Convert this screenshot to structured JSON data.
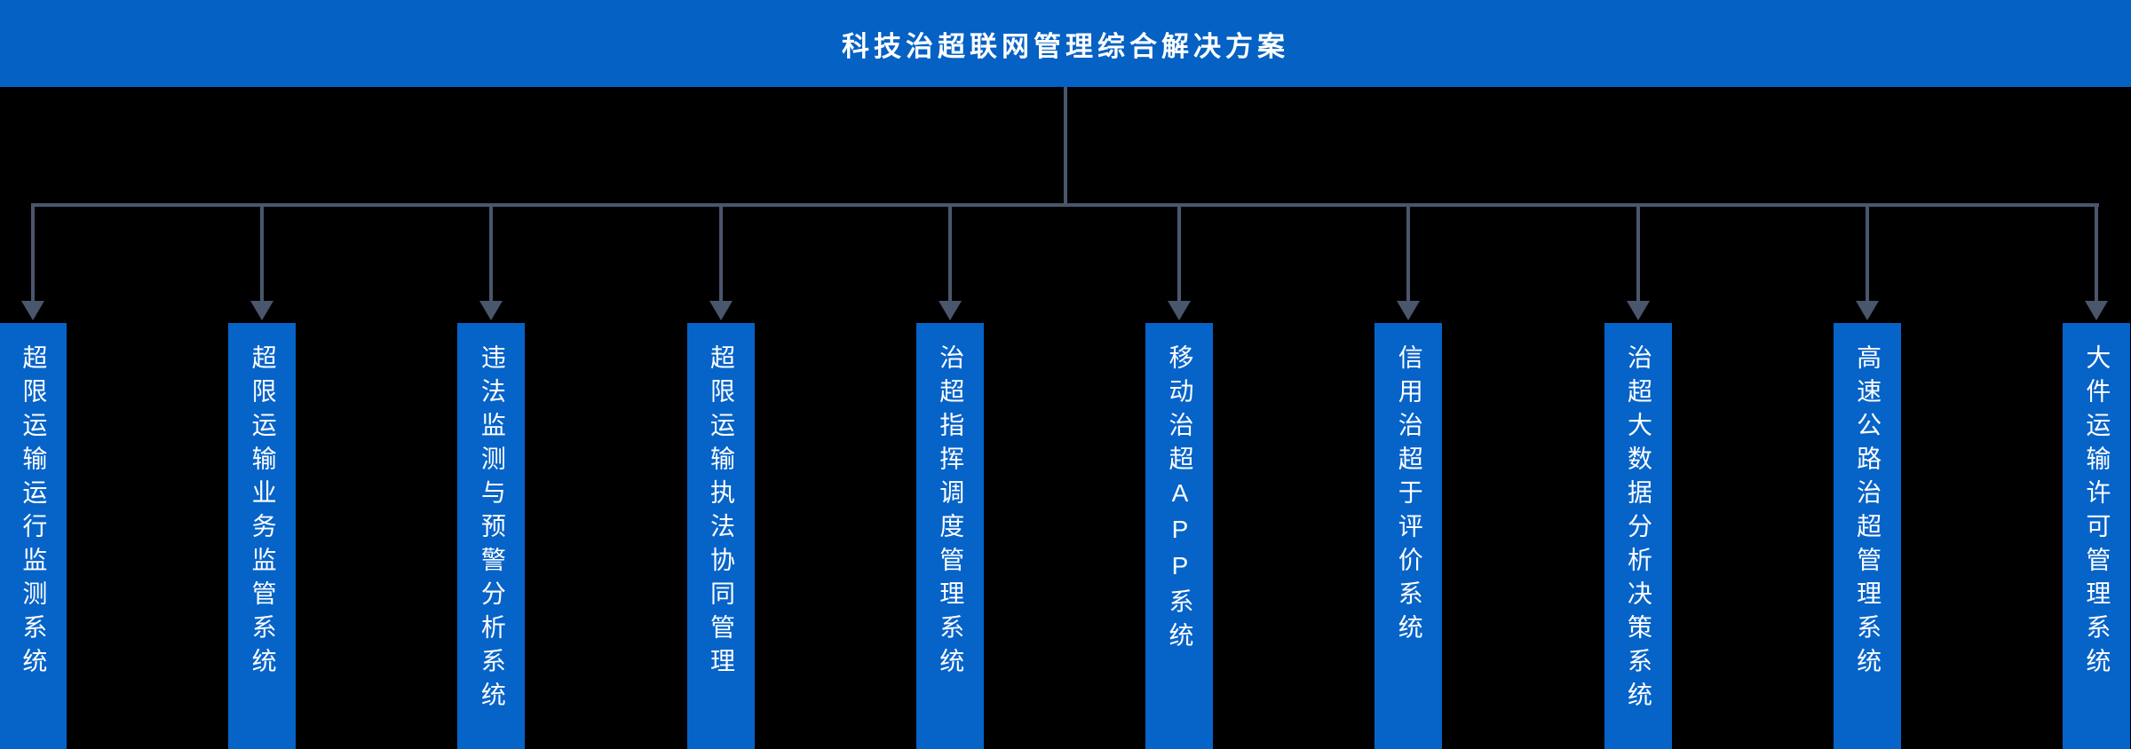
{
  "root": {
    "title": "科技治超联网管理综合解决方案"
  },
  "branches": [
    {
      "label": "超限运输运行监测系统"
    },
    {
      "label": "超限运输业务监管系统"
    },
    {
      "label": "违法监测与预警分析系统"
    },
    {
      "label": "超限运输执法协同管理"
    },
    {
      "label": "治超指挥调度管理系统"
    },
    {
      "label": "移动治超APP系统"
    },
    {
      "label": "信用治超于评价系统"
    },
    {
      "label": "治超大数据分析决策系统"
    },
    {
      "label": "高速公路治超管理系统"
    },
    {
      "label": "大件运输许可管理系统"
    }
  ],
  "icons": {
    "arrow": "arrow-down-icon"
  },
  "colors": {
    "header_bg": "#0561c3",
    "box_bg": "#0663c8",
    "connector": "#4a566b",
    "background": "#000000",
    "text": "#ffffff"
  }
}
